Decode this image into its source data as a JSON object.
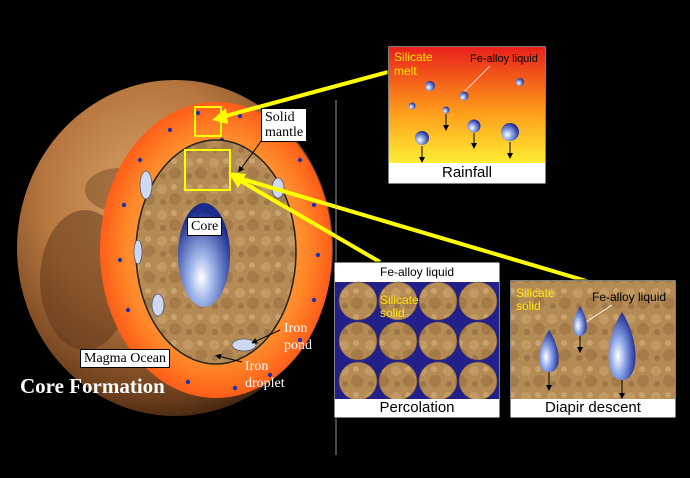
{
  "title": "Core Formation",
  "planet": {
    "labels": {
      "core": "Core",
      "solid_mantle_line1": "Solid",
      "solid_mantle_line2": "mantle",
      "magma_ocean": "Magma Ocean",
      "iron_pond_line1": "Iron",
      "iron_pond_line2": "pond",
      "iron_droplet_line1": "Iron",
      "iron_droplet_line2": "droplet"
    }
  },
  "panels": {
    "rainfall": {
      "caption": "Rainfall",
      "silicate_line1": "Silicate",
      "silicate_line2": "melt",
      "fe_label": "Fe-alloy liquid"
    },
    "percolation": {
      "caption": "Percolation",
      "fe_label": "Fe-alloy liquid",
      "silicate_line1": "Silicate",
      "silicate_line2": "solid"
    },
    "diapir": {
      "caption": "Diapir descent",
      "silicate_line1": "Silicate",
      "silicate_line2": "solid",
      "fe_label": "Fe-alloy liquid"
    }
  },
  "colors": {
    "highlight": "#ffff00",
    "magma": "#ff6a1a",
    "label_yellow": "#ffe800"
  }
}
